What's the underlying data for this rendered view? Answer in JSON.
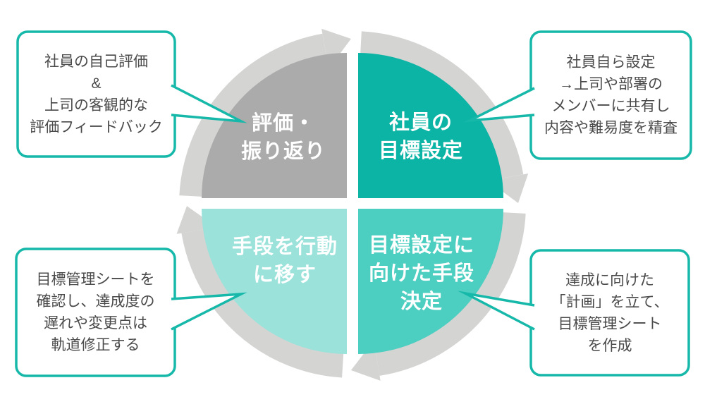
{
  "colors": {
    "ring": "#d4d4d3",
    "callout_border": "#16b8a9",
    "callout_background": "#ffffff",
    "callout_text": "#4a4a4a",
    "label_text": "#ffffff"
  },
  "cycle": {
    "direction": "clockwise",
    "steps": [
      {
        "name": "employee-goal-setting",
        "position": "top-right",
        "color": "#0cb4a5",
        "label_lines": [
          "社員の",
          "目標設定"
        ],
        "callout_lines": [
          "社員自ら設定",
          "→上司や部署の",
          "メンバーに共有し",
          "内容や難易度を精査"
        ]
      },
      {
        "name": "decide-means-for-goal",
        "position": "bottom-right",
        "color": "#4ccec0",
        "label_lines": [
          "目標設定に",
          "向けた手段",
          "決定"
        ],
        "callout_lines": [
          "達成に向けた",
          "「計画」を立て、",
          "目標管理シート",
          "を作成"
        ]
      },
      {
        "name": "put-means-into-action",
        "position": "bottom-left",
        "color": "#9ae2da",
        "label_lines": [
          "手段を行動",
          "に移す"
        ],
        "callout_lines": [
          "目標管理シートを",
          "確認し、達成度の",
          "遅れや変更点は",
          "軌道修正する"
        ]
      },
      {
        "name": "evaluation-review",
        "position": "top-left",
        "color": "#ababab",
        "label_lines": [
          "評価・",
          "振り返り"
        ],
        "callout_lines": [
          "社員の自己評価",
          "&",
          "上司の客観的な",
          "評価フィードバック"
        ]
      }
    ]
  }
}
